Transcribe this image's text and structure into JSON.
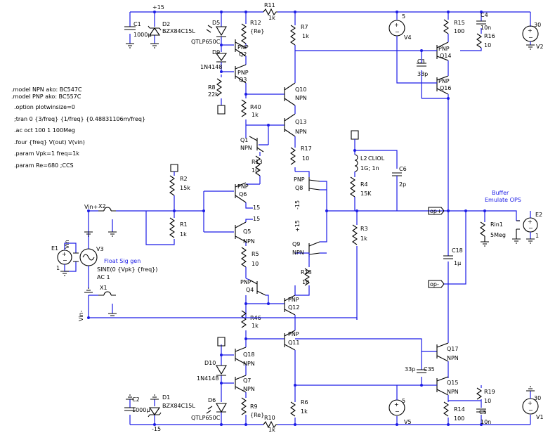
{
  "directives": [
    ".model NPN ako: BC547C",
    ".model PNP ako: BC557C",
    ".option plotwinsize=0",
    ";tran 0 {3/freq} {1/freq} {0.48831106m/freq}",
    ".ac oct 100 1 100Meg",
    ".four {freq} V(out) V(vin)",
    ".param Vpk=1 freq=1k",
    ".param Re=680 ;CCS"
  ],
  "supplies": {
    "pos": "+15",
    "neg": "-15"
  },
  "parts": {
    "C1": {
      "name": "C1",
      "value": "1000μ"
    },
    "C2": {
      "name": "C2",
      "value": "1000μ"
    },
    "D2": {
      "name": "D2",
      "value": "BZX84C15L"
    },
    "D1": {
      "name": "D1",
      "value": "BZX84C15L"
    },
    "D5": {
      "name": "D5",
      "value": "QTLP650C"
    },
    "D6": {
      "name": "D6",
      "value": "QTLP650C"
    },
    "D9": {
      "name": "D9",
      "value": "1N4148"
    },
    "D10": {
      "name": "D10",
      "value": "1N4148"
    },
    "R11": {
      "name": "R11",
      "value": "1k"
    },
    "R10": {
      "name": "R10",
      "value": "1k"
    },
    "R12": {
      "name": "R12",
      "value": "{Re}"
    },
    "R9": {
      "name": "R9",
      "value": "{Re}"
    },
    "R8": {
      "name": "R8",
      "value": "22k"
    },
    "R7": {
      "name": "R7",
      "value": "1k"
    },
    "R6": {
      "name": "R6",
      "value": "1k"
    },
    "R40": {
      "name": "R40",
      "value": "1k"
    },
    "R46": {
      "name": "R46",
      "value": "1k"
    },
    "R13": {
      "name": "R13",
      "value": "10"
    },
    "R17": {
      "name": "R17",
      "value": "10"
    },
    "R5": {
      "name": "R5",
      "value": "10"
    },
    "R18": {
      "name": "R18",
      "value": "10"
    },
    "R2": {
      "name": "R2",
      "value": "15k"
    },
    "R1": {
      "name": "R1",
      "value": "1k"
    },
    "R4": {
      "name": "R4",
      "value": "15K"
    },
    "R3": {
      "name": "R3",
      "value": "1k"
    },
    "R15": {
      "name": "R15",
      "value": "100"
    },
    "R14": {
      "name": "R14",
      "value": "100"
    },
    "R16": {
      "name": "R16",
      "value": "10"
    },
    "R19": {
      "name": "R19",
      "value": "10"
    },
    "Rin1": {
      "name": "Rin1",
      "value": "5Meg"
    },
    "C4": {
      "name": "C4",
      "value": "10n"
    },
    "C5": {
      "name": "C5",
      "value": "10n"
    },
    "C3": {
      "name": "C3",
      "value": "33p"
    },
    "C35": {
      "name": "C35",
      "value": "33p"
    },
    "C6": {
      "name": "C6",
      "value": "2p"
    },
    "C18": {
      "name": "C18",
      "value": "1μ"
    },
    "L2": {
      "name": "L2",
      "value": "1G; 1n",
      "tag": "CLIOL"
    },
    "V4": {
      "name": "V4",
      "value": "5"
    },
    "V5": {
      "name": "V5",
      "value": "5"
    },
    "V2": {
      "name": "V2",
      "value": "30"
    },
    "V1": {
      "name": "V1",
      "value": "30"
    },
    "V3": {
      "name": "V3"
    },
    "E1": {
      "name": "E1",
      "value": "1",
      "tag": "Vin"
    },
    "E2": {
      "name": "E2",
      "value": "1"
    },
    "X1": {
      "name": "X1"
    },
    "X2": {
      "name": "X2"
    }
  },
  "transistors": {
    "Q2": {
      "name": "Q2",
      "type": "PNP"
    },
    "Q3": {
      "name": "Q3",
      "type": "PNP"
    },
    "Q10": {
      "name": "Q10",
      "type": "NPN"
    },
    "Q13": {
      "name": "Q13",
      "type": "NPN"
    },
    "Q1": {
      "name": "Q1",
      "type": "NPN"
    },
    "Q6": {
      "name": "Q6",
      "type": "PNP"
    },
    "Q5": {
      "name": "Q5",
      "type": "NPN"
    },
    "Q4": {
      "name": "Q4",
      "type": "PNP"
    },
    "Q12": {
      "name": "Q12",
      "type": "PNP"
    },
    "Q11": {
      "name": "Q11",
      "type": "PNP"
    },
    "Q18": {
      "name": "Q18",
      "type": "NPN"
    },
    "Q7": {
      "name": "Q7",
      "type": "NPN"
    },
    "Q8": {
      "name": "Q8",
      "type": "PNP"
    },
    "Q9": {
      "name": "Q9",
      "type": "NPN"
    },
    "Q14": {
      "name": "Q14",
      "type": "PNP"
    },
    "Q16": {
      "name": "Q16",
      "type": "PNP"
    },
    "Q17": {
      "name": "Q17",
      "type": "NPN"
    },
    "Q15": {
      "name": "Q15",
      "type": "NPN"
    }
  },
  "annotations": {
    "gen_title": "Float Sig gen",
    "gen_sine": "SINE(0 {Vpk} {freq})",
    "gen_ac": "AC 1",
    "buffer1": "Buffer",
    "buffer2": "Emulate OPS",
    "q6_bias": "15",
    "q5_bias": "15",
    "q8_bias": "-15",
    "q9_bias": "+15"
  },
  "netlabels": {
    "vin_plus": "Vin+",
    "vin_minus": "Vin-",
    "op_plus": "op+",
    "op_minus": "op-",
    "plus15": "+15",
    "minus15": "-15"
  },
  "colors": {
    "wire": "#1c1ce6",
    "component": "#000000",
    "background": "#ffffff"
  }
}
